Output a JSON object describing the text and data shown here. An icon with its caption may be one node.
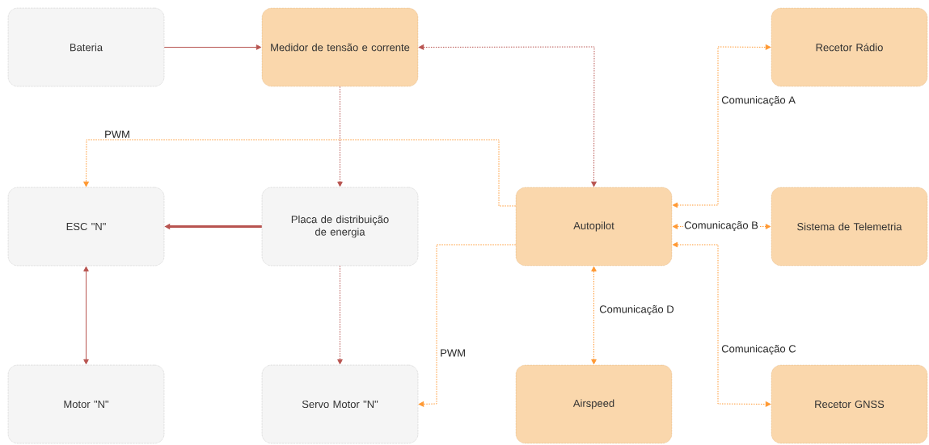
{
  "diagram": {
    "nodes": [
      {
        "text": [
          "Bateria"
        ]
      },
      {
        "text": [
          "Medidor de tensão e corrente"
        ]
      },
      {
        "text": [
          "Recetor Rádio"
        ]
      },
      {
        "text": [
          "ESC \"N\""
        ]
      },
      {
        "text": [
          "Placa de distribuição de energia"
        ]
      },
      {
        "text": [
          "Autopilot"
        ]
      },
      {
        "text": [
          "Sistema de Telemetria"
        ]
      },
      {
        "text": [
          "Motor \"N\""
        ]
      },
      {
        "text": [
          "Servo Motor \"N\""
        ]
      },
      {
        "text": [
          "Airspeed"
        ]
      },
      {
        "text": [
          "Recetor GNSS"
        ]
      }
    ],
    "edges": [
      {
        "from": 0,
        "to": 1,
        "arrow": "to",
        "color": "#b85450"
      },
      {
        "from": 1,
        "to": 5,
        "arrow": "both",
        "style": "dashed",
        "color": "#b85450"
      },
      {
        "from": 1,
        "to": 4,
        "arrow": "to",
        "style": "dashed",
        "color": "#b85450"
      },
      {
        "from": 4,
        "to": 3,
        "arrow": "to",
        "style": "thick",
        "color": "#b85450"
      },
      {
        "from": 3,
        "to": 7,
        "arrow": "both",
        "color": "#b85450"
      },
      {
        "from": 4,
        "to": 8,
        "arrow": "to",
        "style": "dashed",
        "color": "#b85450"
      },
      {
        "from": 5,
        "to": 3,
        "arrow": "to",
        "label": "PWM",
        "style": "dashed",
        "color": "#ff9933"
      },
      {
        "from": 5,
        "to": 8,
        "arrow": "to",
        "label": "PWM",
        "style": "dashed",
        "color": "#ff9933"
      },
      {
        "from": 5,
        "to": 2,
        "arrow": "both",
        "label": "Comunicação A",
        "style": "dashed",
        "color": "#ff9933"
      },
      {
        "from": 5,
        "to": 6,
        "arrow": "both",
        "label": "Comunicação B",
        "style": "dashed",
        "color": "#ff9933"
      },
      {
        "from": 5,
        "to": 10,
        "arrow": "both",
        "label": "Comunicação C",
        "style": "dashed",
        "color": "#ff9933"
      },
      {
        "from": 5,
        "to": 9,
        "arrow": "both",
        "label": "Comunicação D",
        "style": "dashed",
        "color": "#ff9933"
      }
    ]
  }
}
